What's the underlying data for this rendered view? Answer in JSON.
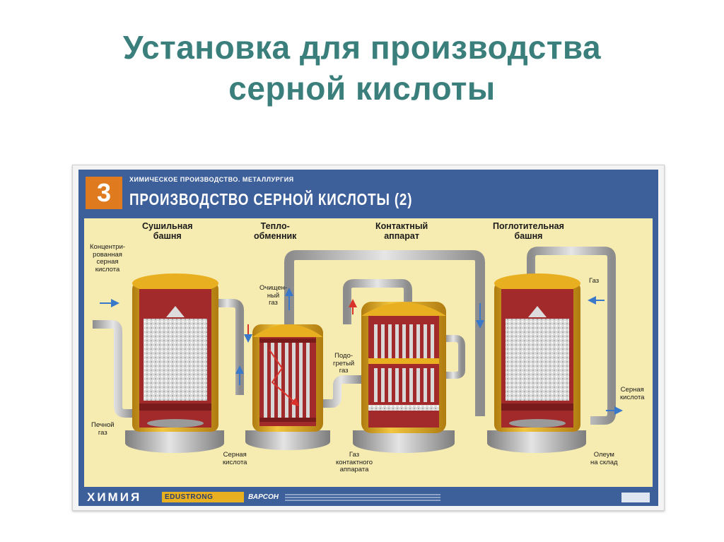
{
  "slide": {
    "title_line1": "Установка для производства",
    "title_line2": "серной кислоты"
  },
  "poster": {
    "number": "3",
    "category": "ХИМИЧЕСКОЕ ПРОИЗВОДСТВО. МЕТАЛЛУРГИЯ",
    "title": "ПРОИЗВОДСТВО СЕРНОЙ КИСЛОТЫ (2)",
    "units": {
      "drying_tower": [
        "Сушильная",
        "башня"
      ],
      "heat_exchanger": [
        "Тепло-",
        "обменник"
      ],
      "contact_apparatus": [
        "Контактный",
        "аппарат"
      ],
      "absorption_tower": [
        "Поглотительная",
        "башня"
      ]
    },
    "notes": {
      "conc_acid": [
        "Концентри-",
        "рованная",
        "серная",
        "кислота"
      ],
      "clean_gas": [
        "Очищен-",
        "ный",
        "газ"
      ],
      "heated_gas": [
        "Подо-",
        "гретый",
        "газ"
      ],
      "furnace_gas": [
        "Печной",
        "газ"
      ],
      "sulfuric_acid_bottom": [
        "Серная",
        "кислота"
      ],
      "contact_gas": [
        "Газ",
        "контактного",
        "аппарата"
      ],
      "gas": [
        "Газ"
      ],
      "sulfuric_acid_right": [
        "Серная",
        "кислота"
      ],
      "oleum": [
        "Олеум",
        "на склад"
      ]
    },
    "footer": {
      "subject": "ХИМИЯ",
      "brand": "EDUSTRONG",
      "publisher": "ВАРСОН"
    }
  },
  "colors": {
    "title": "#3b7f7c",
    "poster_frame": "#3d5f9a",
    "scene_background": "#f6ebb0",
    "vessel_shell": "#e8b020",
    "vessel_interior": "#a32a2a",
    "pipe": "#b3b3b3",
    "badge": "#e07a1e"
  }
}
